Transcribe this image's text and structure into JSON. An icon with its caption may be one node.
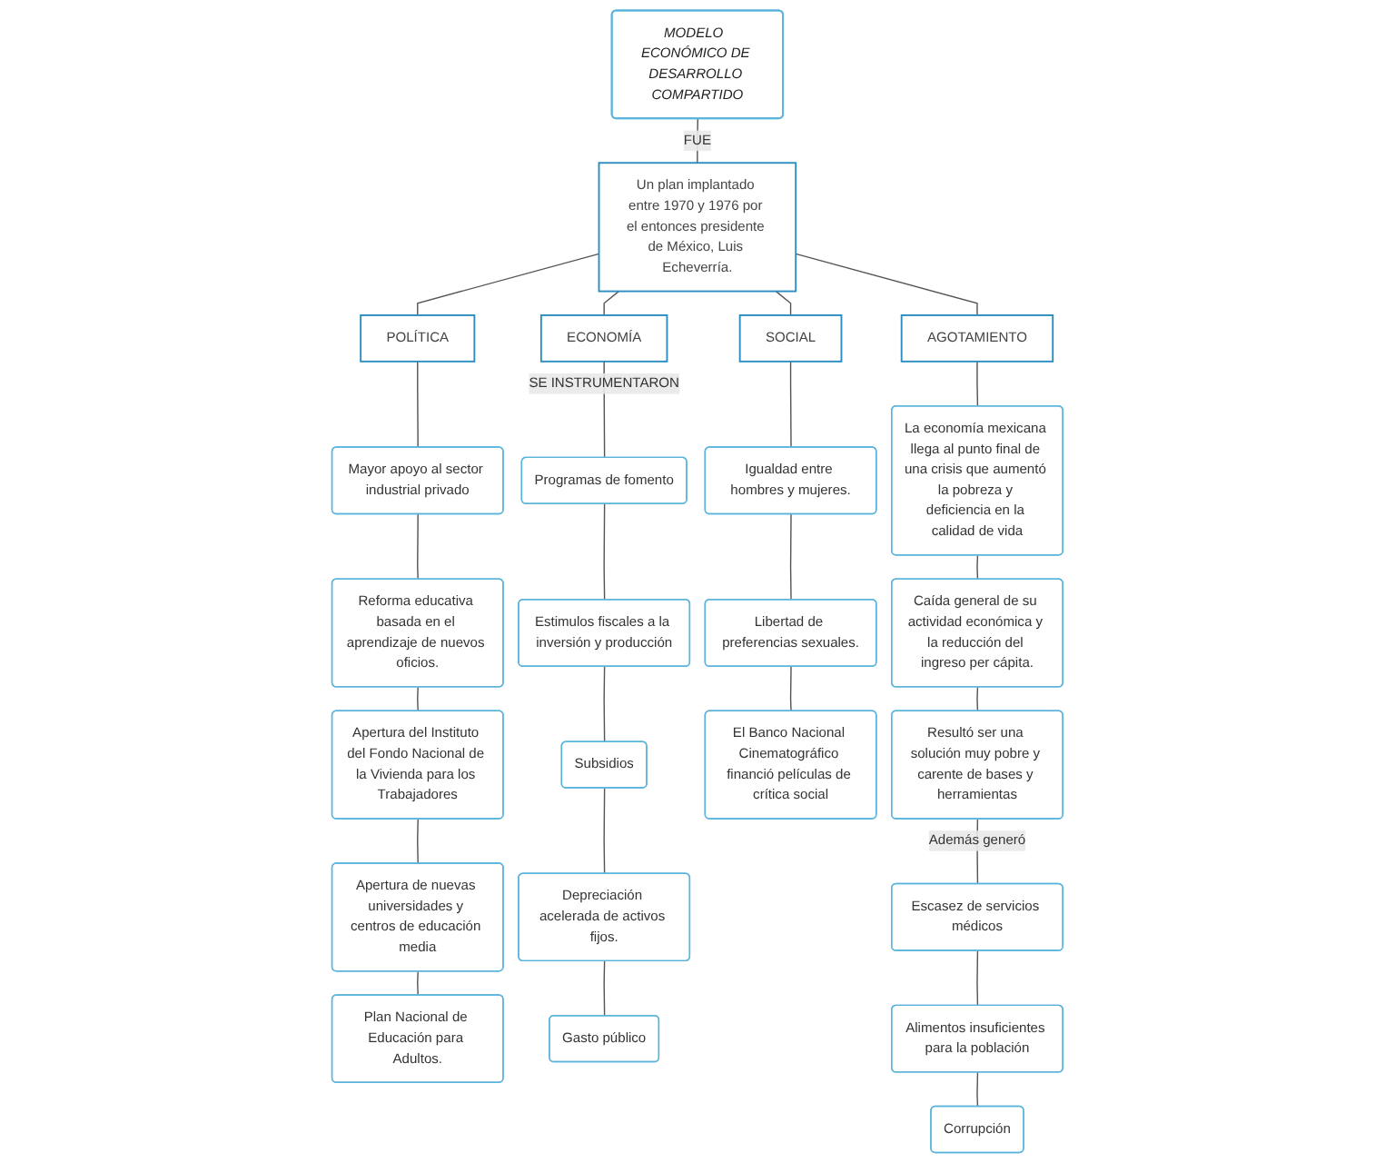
{
  "diagram": {
    "nodes": [
      {
        "text": [
          "MODELO  ECONÓMICO DE DESARROLLO COMPARTIDO"
        ]
      },
      {
        "text": [
          "Un plan implantado entre 1970 y 1976 por el entonces presidente de México, Luis Echeverría."
        ]
      },
      {
        "text": [
          "POLÍTICA"
        ]
      },
      {
        "text": [
          "ECONOMÍA"
        ]
      },
      {
        "text": [
          "SOCIAL"
        ]
      },
      {
        "text": [
          "AGOTAMIENTO"
        ]
      },
      {
        "text": [
          "Mayor apoyo al sector industrial privado"
        ]
      },
      {
        "text": [
          "Reforma educativa basada en el aprendizaje de nuevos oficios."
        ]
      },
      {
        "text": [
          "Apertura del Instituto del Fondo Nacional de la Vivienda para los Trabajadores"
        ]
      },
      {
        "text": [
          "Apertura de nuevas universidades y centros de educación media"
        ]
      },
      {
        "text": [
          "Plan Nacional de Educación para Adultos."
        ]
      },
      {
        "text": [
          "Programas de fomento"
        ]
      },
      {
        "text": [
          "Estimulos fiscales a la inversión y producción"
        ]
      },
      {
        "text": [
          "Subsidios"
        ]
      },
      {
        "text": [
          "Depreciación acelerada de activos fijos."
        ]
      },
      {
        "text": [
          "Gasto público"
        ]
      },
      {
        "text": [
          "Igualdad entre hombres y mujeres."
        ]
      },
      {
        "text": [
          "Libertad de preferencias sexuales."
        ]
      },
      {
        "text": [
          "El Banco Nacional Cinematográfico financió películas de crítica social"
        ]
      },
      {
        "text": [
          "La economía mexicana llega al punto final de una crisis que aumentó la pobreza y deficiencia en la calidad de vida"
        ]
      },
      {
        "text": [
          "Caída general de su actividad económica y la reducción del ingreso per cápita."
        ]
      },
      {
        "text": [
          "Resultó ser una solución muy pobre y carente de bases y herramientas"
        ]
      },
      {
        "text": [
          "Escasez de servicios médicos"
        ]
      },
      {
        "text": [
          "Alimentos insuficientes para la población"
        ]
      },
      {
        "text": [
          "Corrupción"
        ]
      }
    ],
    "edges": [
      {
        "from": 0,
        "to": 1,
        "arrow": "none",
        "label": "FUE"
      },
      {
        "from": 1,
        "to": 2,
        "arrow": "none"
      },
      {
        "from": 1,
        "to": 3,
        "arrow": "none"
      },
      {
        "from": 1,
        "to": 4,
        "arrow": "none"
      },
      {
        "from": 1,
        "to": 5,
        "arrow": "none"
      },
      {
        "from": 2,
        "to": 6,
        "arrow": "none"
      },
      {
        "from": 6,
        "to": 7,
        "arrow": "none"
      },
      {
        "from": 7,
        "to": 8,
        "arrow": "none"
      },
      {
        "from": 8,
        "to": 9,
        "arrow": "none"
      },
      {
        "from": 9,
        "to": 10,
        "arrow": "none"
      },
      {
        "from": 3,
        "to": 11,
        "arrow": "none",
        "label": "SE INSTRUMENTARON"
      },
      {
        "from": 11,
        "to": 12,
        "arrow": "none"
      },
      {
        "from": 12,
        "to": 13,
        "arrow": "none"
      },
      {
        "from": 13,
        "to": 14,
        "arrow": "none"
      },
      {
        "from": 14,
        "to": 15,
        "arrow": "none"
      },
      {
        "from": 4,
        "to": 16,
        "arrow": "none"
      },
      {
        "from": 16,
        "to": 17,
        "arrow": "none"
      },
      {
        "from": 17,
        "to": 18,
        "arrow": "none"
      },
      {
        "from": 5,
        "to": 19,
        "arrow": "none"
      },
      {
        "from": 19,
        "to": 20,
        "arrow": "none"
      },
      {
        "from": 20,
        "to": 21,
        "arrow": "none"
      },
      {
        "from": 21,
        "to": 22,
        "arrow": "none",
        "label": "Además generó"
      },
      {
        "from": 22,
        "to": 23,
        "arrow": "none"
      },
      {
        "from": 23,
        "to": 24,
        "arrow": "none"
      }
    ]
  }
}
